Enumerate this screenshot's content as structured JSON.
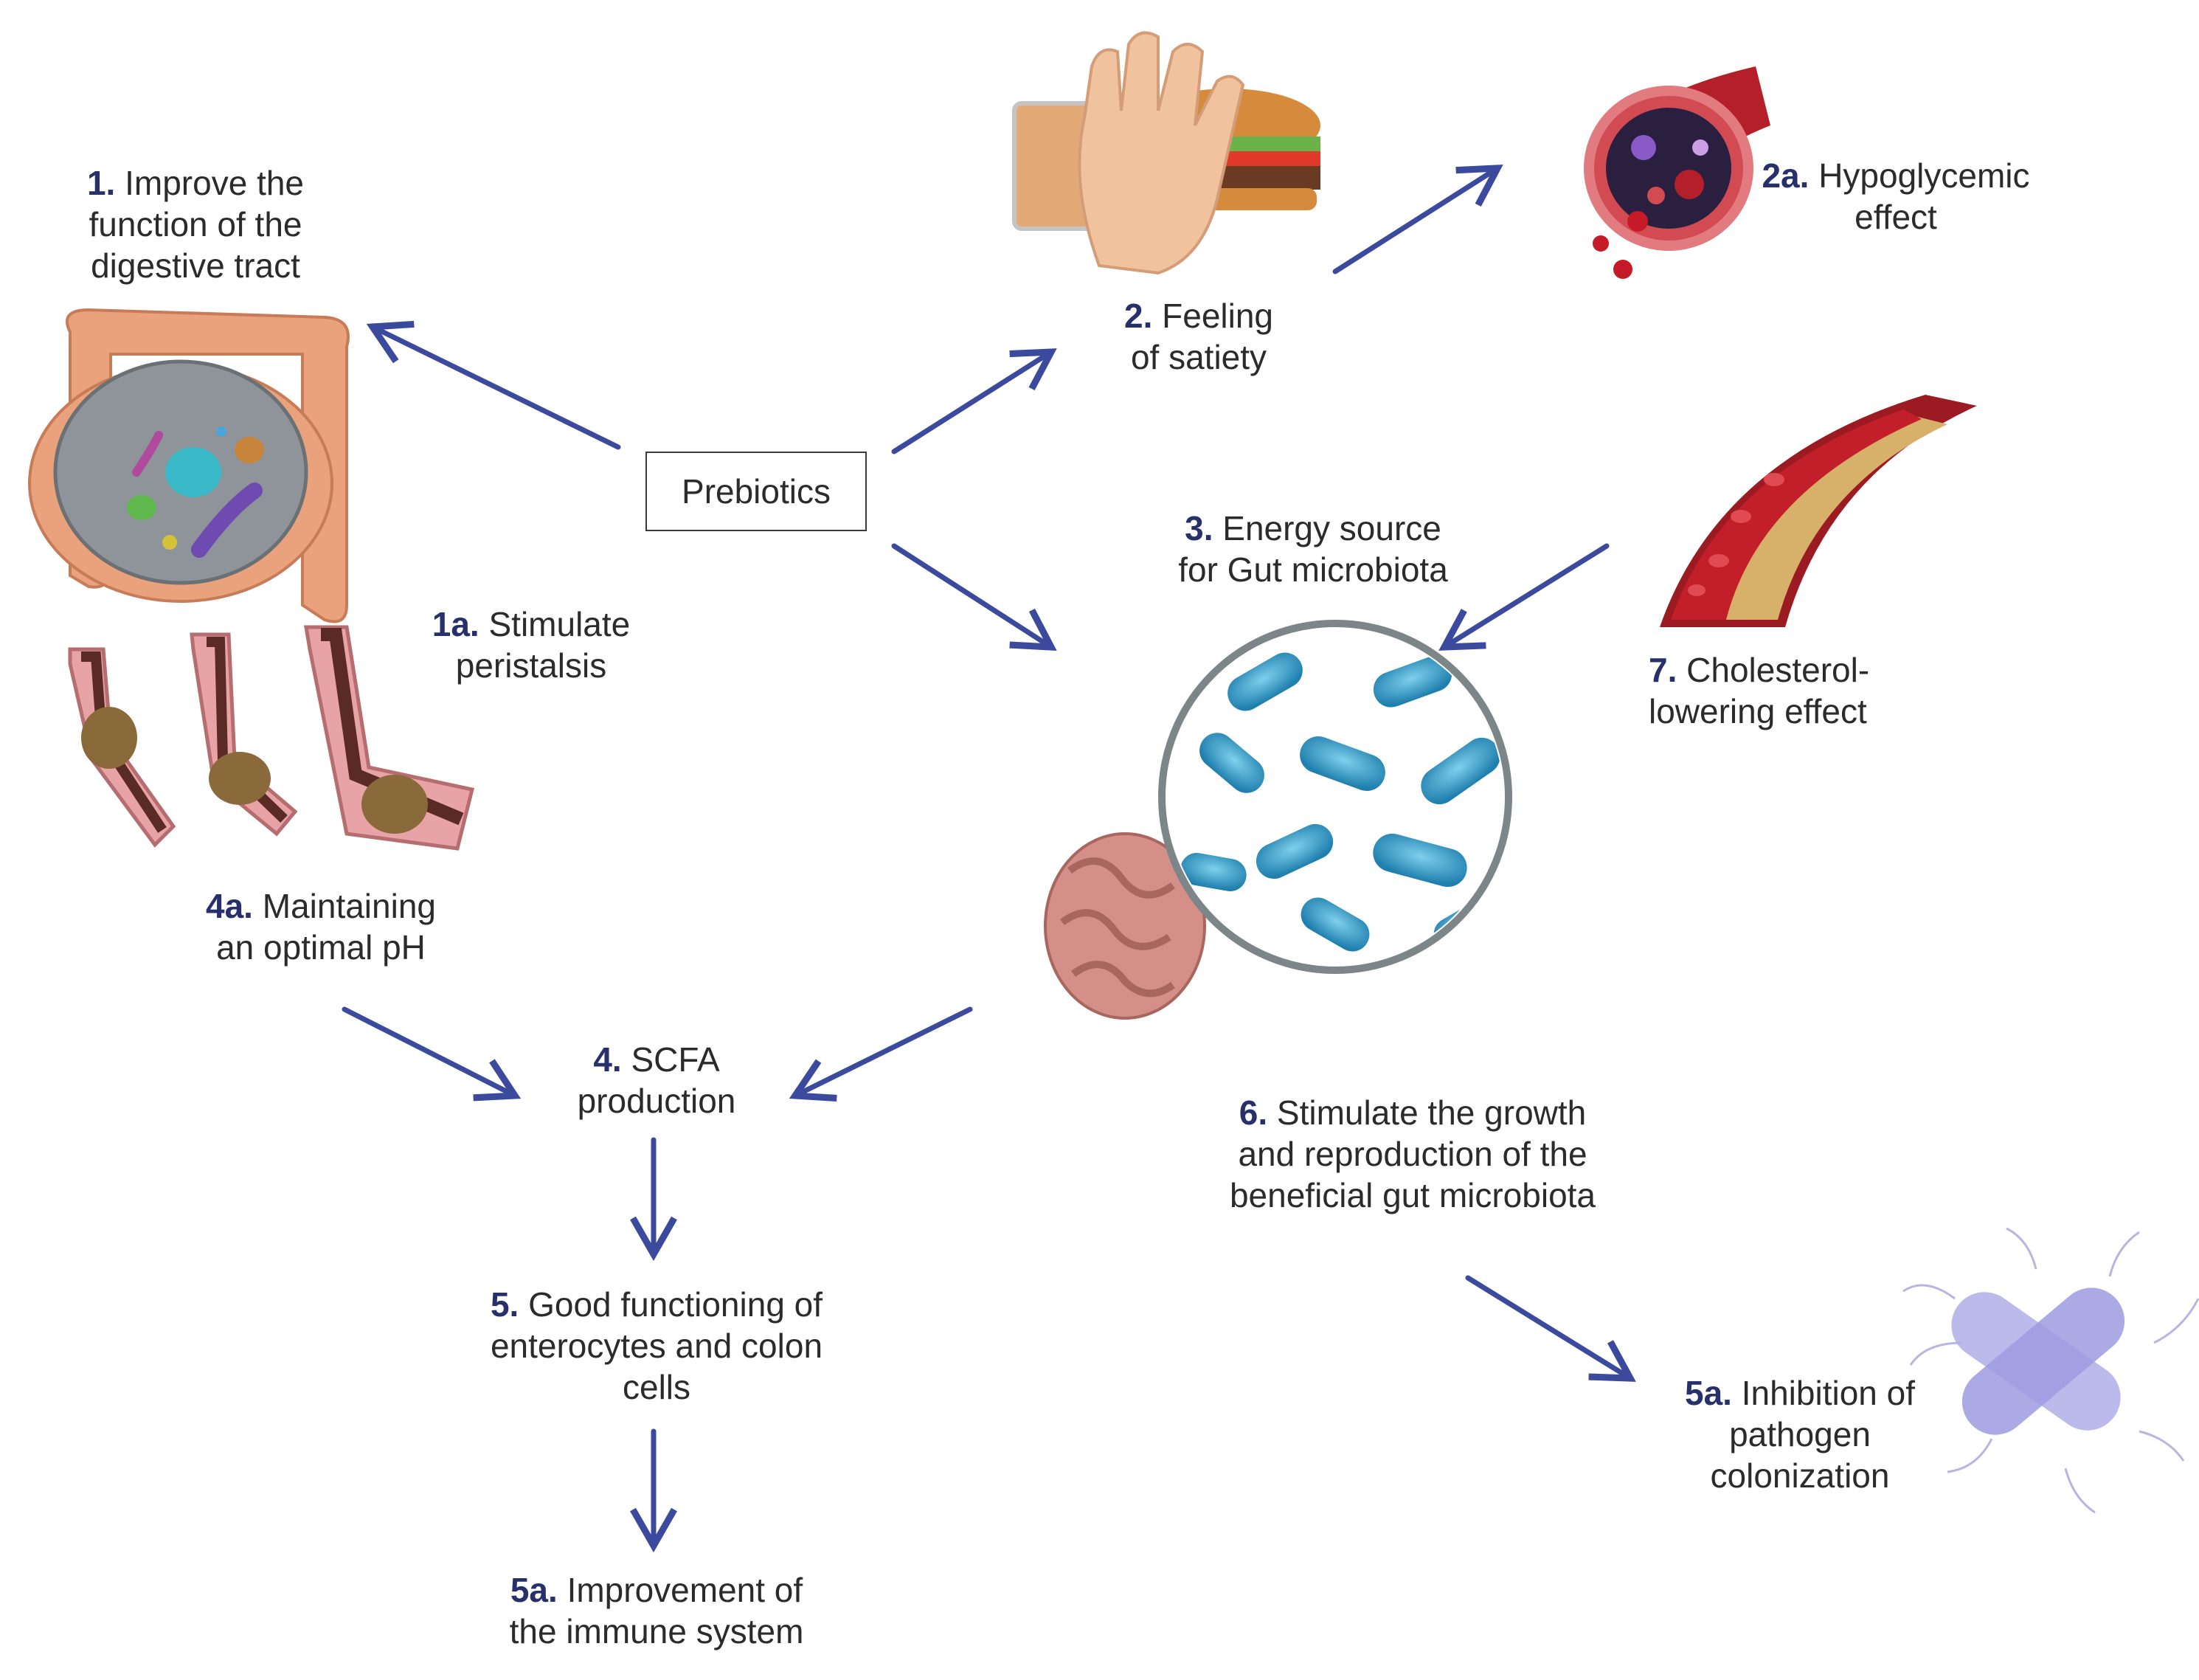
{
  "center": {
    "label": "Prebiotics"
  },
  "nodes": {
    "n1": {
      "num": "1.",
      "lines": [
        "Improve the",
        "function of the",
        "digestive tract"
      ]
    },
    "n1a": {
      "num": "1a.",
      "lines": [
        "Stimulate",
        "peristalsis"
      ]
    },
    "n2": {
      "num": "2.",
      "lines": [
        "Feeling",
        "of satiety"
      ]
    },
    "n2a": {
      "num": "2a.",
      "lines": [
        "Hypoglycemic",
        "effect"
      ]
    },
    "n3": {
      "num": "3.",
      "lines": [
        "Energy source",
        "for Gut microbiota"
      ]
    },
    "n4": {
      "num": "4.",
      "lines": [
        "SCFA",
        "production"
      ]
    },
    "n4a": {
      "num": "4a.",
      "lines": [
        "Maintaining",
        "an optimal pH"
      ]
    },
    "n5": {
      "num": "5.",
      "lines": [
        "Good functioning of",
        "enterocytes and colon",
        "cells"
      ]
    },
    "n5a_immune": {
      "num": "5a.",
      "lines": [
        "Improvement of",
        "the immune system"
      ]
    },
    "n5a_pathogen": {
      "num": "5a.",
      "lines": [
        "Inhibition of",
        "pathogen",
        "colonization"
      ]
    },
    "n6": {
      "num": "6.",
      "lines": [
        "Stimulate the growth",
        "and reproduction of the",
        "beneficial gut microbiota"
      ]
    },
    "n7": {
      "num": "7.",
      "lines": [
        "Cholesterol-",
        "lowering effect"
      ]
    }
  },
  "colors": {
    "arrow": "#3b4a9c",
    "number": "#27306b",
    "text": "#2b2b2b",
    "bacteria": "#3a9cc4",
    "blood": "#b3202a",
    "intestine": "#e8a07a"
  },
  "icons": [
    "digestive-tract-icon",
    "peristalsis-icon",
    "stop-hand-food-icon",
    "blood-vessel-icon",
    "artery-plaque-icon",
    "bacteria-magnifier-icon",
    "small-intestine-icon",
    "pathogen-bacteria-icon"
  ]
}
